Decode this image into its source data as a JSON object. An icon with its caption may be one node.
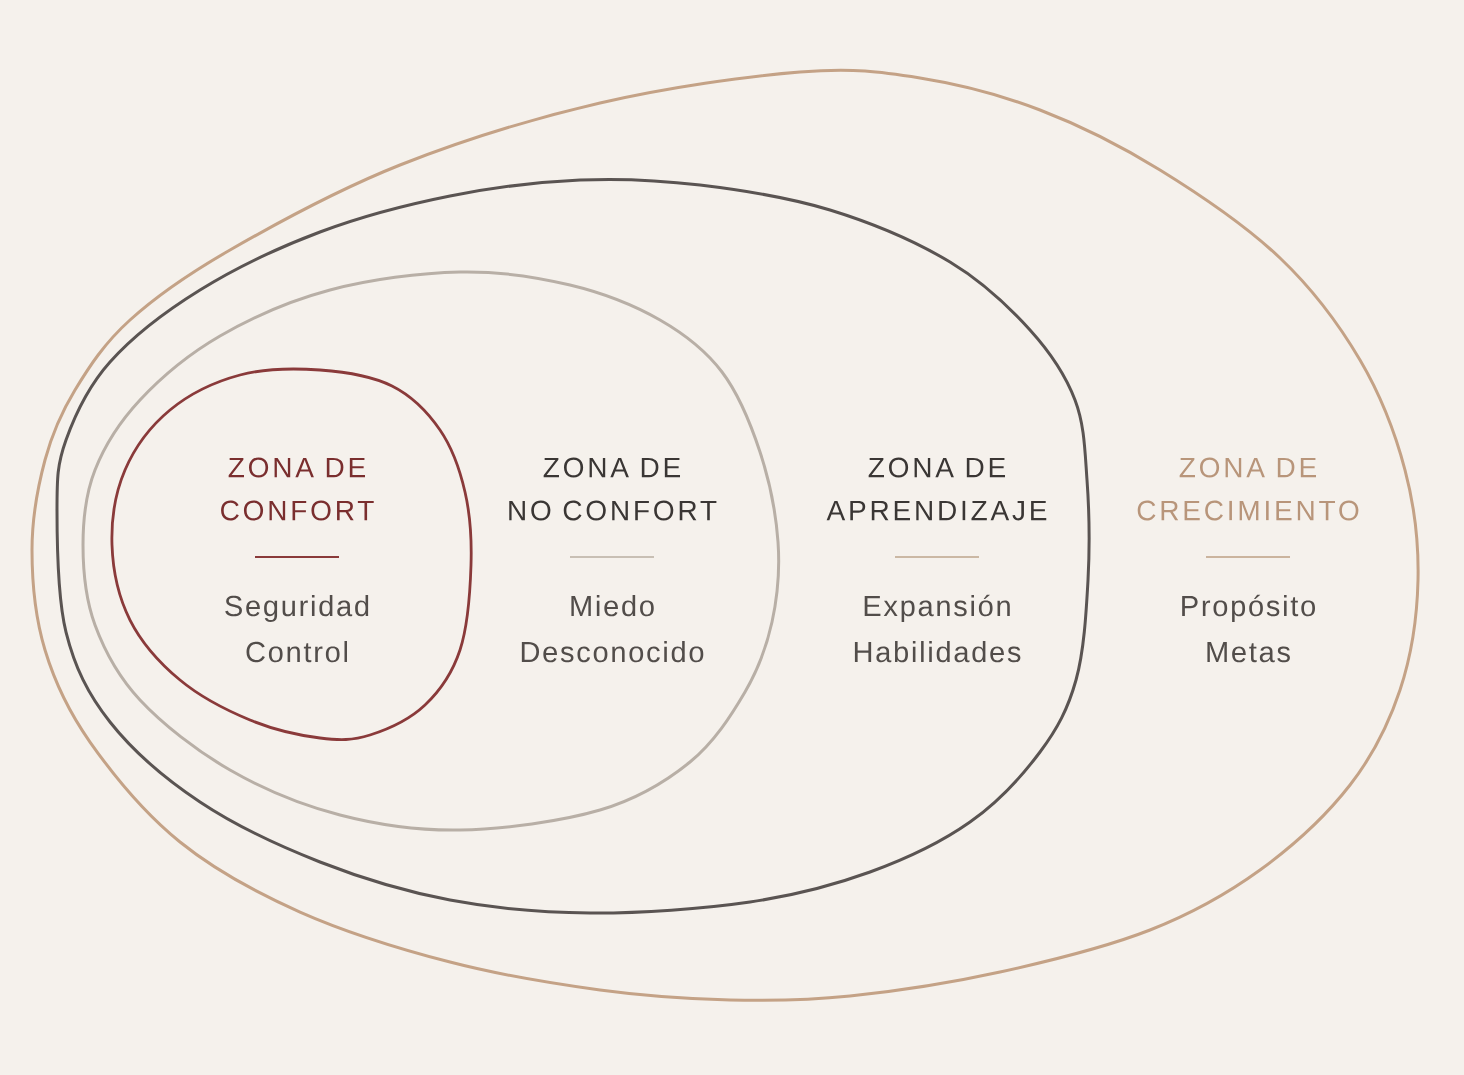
{
  "diagram": {
    "nodes": [
      {
        "text": [
          "ZONA DE CRECIMIENTO",
          "Propósito",
          "Metas"
        ]
      },
      {
        "text": [
          "ZONA DE APRENDIZAJE",
          "Expansión",
          "Habilidades"
        ],
        "in": 0
      },
      {
        "text": [
          "ZONA DE NO CONFORT",
          "Miedo",
          "Desconocido"
        ],
        "in": 1
      },
      {
        "text": [
          "ZONA DE CONFORT",
          "Seguridad",
          "Control"
        ],
        "in": 2
      }
    ]
  }
}
